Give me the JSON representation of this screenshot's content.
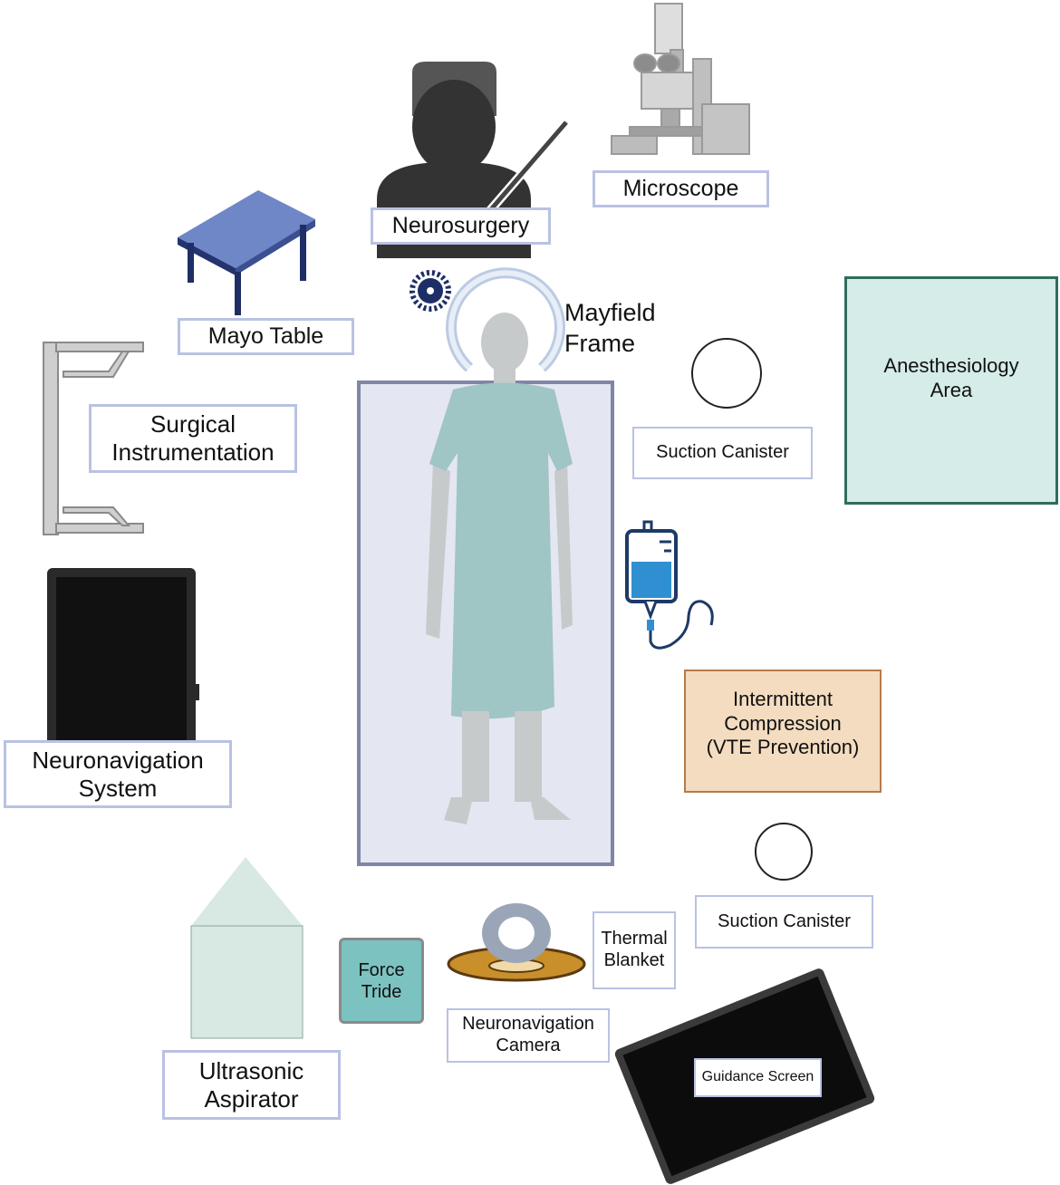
{
  "labels": {
    "neurosurgery": "Neurosurgery",
    "microscope": "Microscope",
    "mayo_table": "Mayo Table",
    "mayfield_frame": "Mayfield\nFrame",
    "surgical_instrumentation": "Surgical\nInstrumentation",
    "anesthesiology_area": "Anesthesiology\nArea",
    "suction_canister_top": "Suction Canister",
    "suction_canister_bottom": "Suction Canister",
    "intermittent_compression": "Intermittent\nCompression\n(VTE Prevention)",
    "neuronavigation_system": "Neuronavigation\nSystem",
    "force_tride": "Force\nTride",
    "thermal_blanket": "Thermal\nBlanket",
    "neuronavigation_camera": "Neuronavigation\nCamera",
    "ultrasonic_aspirator": "Ultrasonic\nAspirator",
    "guidance_screen": "Guidance Screen"
  },
  "colors": {
    "label_border": "#b9c2e3",
    "anesthesiology_fill": "#d5ece8",
    "anesthesiology_border": "#2e6e5e",
    "compression_fill": "#f3dcc0",
    "compression_border": "#b77a4a",
    "bed_fill": "#e4e6f2",
    "bed_border": "#7f86a6",
    "gown": "#9fc5c4",
    "skin": "#c7cacb",
    "mayo_table": "#6f87c7",
    "force_tride": "#7cc2c1",
    "iv_blue": "#2f8fd0"
  },
  "icons": [
    "surgeon-icon",
    "microscope-icon",
    "mayo-table-icon",
    "gear-icon",
    "mayfield-frame-icon",
    "patient-icon",
    "instrument-rack-icon",
    "monitor-icon",
    "iv-bag-icon",
    "camera-icon",
    "aspirator-icon",
    "screen-icon",
    "canister-icon"
  ]
}
